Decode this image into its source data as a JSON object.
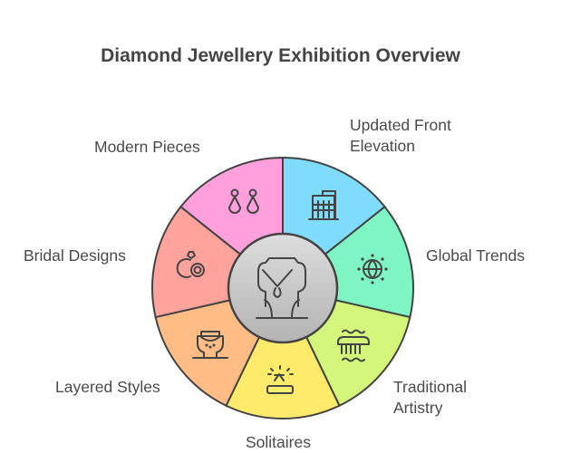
{
  "title": "Diamond Jewellery Exhibition Overview",
  "center": {
    "icon": "necklace-bust-icon",
    "color_top": "#dedede",
    "color_bottom": "#b3b3b3"
  },
  "segments": [
    {
      "label": "Updated Front Elevation",
      "label_lines": [
        "Updated Front",
        "Elevation"
      ],
      "icon": "building-icon",
      "color": "#7fdcfd"
    },
    {
      "label": "Global Trends",
      "label_lines": [
        "Global Trends"
      ],
      "icon": "globe-icon",
      "color": "#7ff5c4"
    },
    {
      "label": "Traditional Artistry",
      "label_lines": [
        "Traditional",
        "Artistry"
      ],
      "icon": "comb-artistry-icon",
      "color": "#d3f57a"
    },
    {
      "label": "Solitaires",
      "label_lines": [
        "Solitaires"
      ],
      "icon": "solitaire-ring-icon",
      "color": "#ffeb6b"
    },
    {
      "label": "Layered Styles",
      "label_lines": [
        "Layered Styles"
      ],
      "icon": "layered-necklace-icon",
      "color": "#ffbd85"
    },
    {
      "label": "Bridal Designs",
      "label_lines": [
        "Bridal Designs"
      ],
      "icon": "rings-icon",
      "color": "#ffa39c"
    },
    {
      "label": "Modern Pieces",
      "label_lines": [
        "Modern Pieces"
      ],
      "icon": "earrings-icon",
      "color": "#ff9fdc"
    }
  ]
}
